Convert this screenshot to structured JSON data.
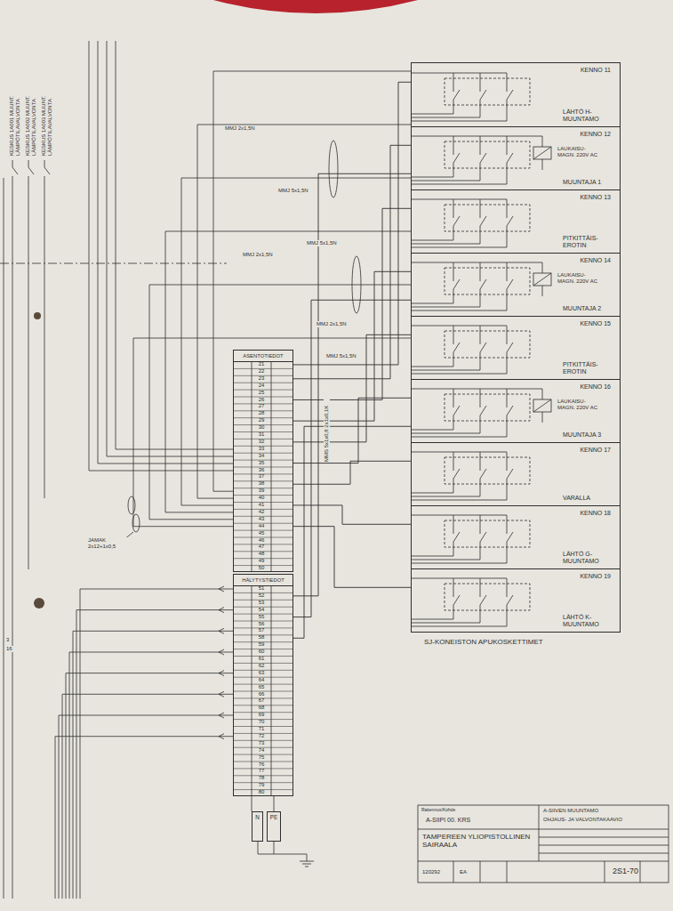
{
  "diagram": {
    "caption": "SJ-KONEISTON APUKOSKETTIMET",
    "nodes": [
      {
        "text": [
          "SJ-KONEISTON APUKOSKETTIMET"
        ]
      },
      {
        "text": [
          "KENNO 11",
          "LÄHTÖ H-MUUNTAMO"
        ],
        "in": 0
      },
      {
        "text": [
          "KENNO 12",
          "LAUKAISU-MAGN. 220V AC",
          "MUUNTAJA 1"
        ],
        "in": 0
      },
      {
        "text": [
          "KENNO 13",
          "PITKITTÄIS-EROTIN"
        ],
        "in": 0
      },
      {
        "text": [
          "KENNO 14",
          "LAUKAISU-MAGN. 220V AC",
          "MUUNTAJA 2"
        ],
        "in": 0
      },
      {
        "text": [
          "KENNO 15",
          "PITKITTÄIS-EROTIN"
        ],
        "in": 0
      },
      {
        "text": [
          "KENNO 16",
          "LAUKAISU-MAGN. 220V AC",
          "MUUNTAJA 3"
        ],
        "in": 0
      },
      {
        "text": [
          "KENNO 17",
          "VARALLA"
        ],
        "in": 0
      },
      {
        "text": [
          "KENNO 18",
          "LÄHTÖ G-MUUNTAMO"
        ],
        "in": 0
      },
      {
        "text": [
          "KENNO 19",
          "LÄHTÖ K-MUUNTAMO"
        ],
        "in": 0
      },
      {
        "text": [
          "ASENTOTIEDOT"
        ]
      },
      {
        "text": [
          "HÄLYTYSTIEDOT"
        ]
      },
      {
        "text": [
          "N"
        ]
      },
      {
        "text": [
          "PE"
        ]
      }
    ],
    "edges": [
      {
        "from": 1,
        "to": 10,
        "arrow": "none"
      },
      {
        "from": 2,
        "to": 10,
        "arrow": "none"
      },
      {
        "from": 3,
        "to": 10,
        "arrow": "none"
      },
      {
        "from": 4,
        "to": 10,
        "arrow": "none"
      },
      {
        "from": 5,
        "to": 10,
        "arrow": "none"
      },
      {
        "from": 6,
        "to": 10,
        "arrow": "none"
      },
      {
        "from": 7,
        "to": 10,
        "arrow": "none"
      },
      {
        "from": 8,
        "to": 10,
        "arrow": "none"
      },
      {
        "from": 9,
        "to": 10,
        "arrow": "none"
      },
      {
        "from": 2,
        "to": 11,
        "arrow": "none"
      },
      {
        "from": 4,
        "to": 11,
        "arrow": "none"
      },
      {
        "from": 6,
        "to": 11,
        "arrow": "none"
      }
    ],
    "labels": [
      "21",
      "22",
      "23",
      "24",
      "25",
      "26",
      "27",
      "28",
      "29",
      "30",
      "31",
      "32",
      "33",
      "34",
      "35",
      "36",
      "37",
      "38",
      "39",
      "40",
      "41",
      "42",
      "43",
      "44",
      "45",
      "46",
      "47",
      "48",
      "49",
      "50",
      "51",
      "52",
      "53",
      "54",
      "55",
      "56",
      "57",
      "58",
      "59",
      "60",
      "61",
      "62",
      "63",
      "64",
      "65",
      "66",
      "67",
      "68",
      "69",
      "70",
      "71",
      "72",
      "73",
      "74",
      "75",
      "76",
      "77",
      "78",
      "79",
      "80",
      "MMJ 2x1,5N",
      "MMJ 5x1,5N",
      "MMJ 5x1,5N",
      "MMJ 2x1,5N",
      "MMJ 2x1,5N",
      "MMJ 5x1,5N",
      "MMS 5x1x0,8 2x1x0,1K",
      "JAMAK 2x12+1x0,5",
      "KESKUS 1A001 MUUNT. LÄMPÖTILAVALVONTA",
      "KESKUS 1A002 MUUNT. LÄMPÖTILAVALVONTA",
      "KESKUS 1A003 MUUNT. LÄMPÖTILAVALVONTA",
      "3",
      "16",
      "Rakennus/Kohde",
      "A-SIIPI 00. KRS",
      "A-SIIVEN MUUNTAMO",
      "OHJAUS- JA VALVONTAKAAVIO",
      "TAMPEREEN YLIOPISTOLLINEN SAIRAALA",
      "120292",
      "EA",
      "2S1-70"
    ]
  }
}
